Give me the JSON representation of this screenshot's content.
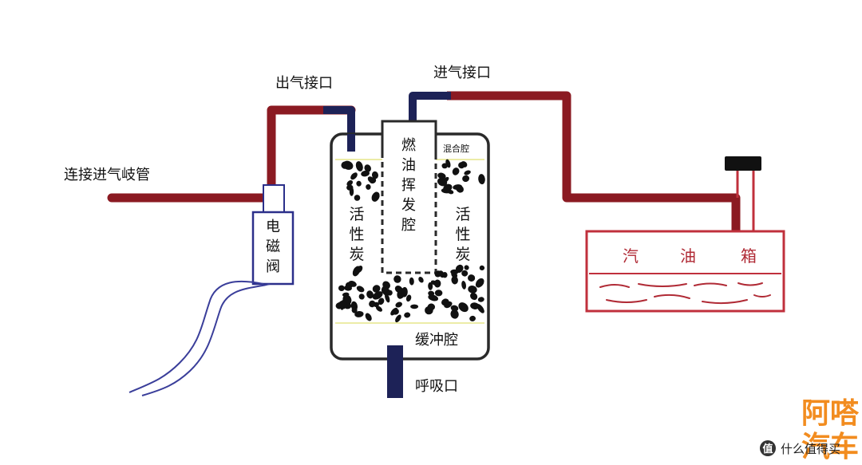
{
  "labels": {
    "outlet_port": "出气接口",
    "inlet_port": "进气接口",
    "intake_manifold": "连接进气岐管",
    "solenoid_valve": [
      "电",
      "磁",
      "阀"
    ],
    "fuel_vapor_chamber": [
      "燃",
      "油",
      "挥",
      "发",
      "腔"
    ],
    "mixing_chamber": "混合腔",
    "carbon_left": [
      "活",
      "性",
      "炭"
    ],
    "carbon_right": [
      "活",
      "性",
      "炭"
    ],
    "buffer_chamber": "缓冲腔",
    "breathing_port": "呼吸口",
    "fuel_tank": [
      "汽",
      "油",
      "箱"
    ]
  },
  "watermark": {
    "line1": "阿嗒",
    "line2": "汽车",
    "color": "#f28c1f"
  },
  "footer": {
    "site_name": "什么值得买"
  },
  "colors": {
    "pipe_red": "#8b1a22",
    "pipe_navy": "#1d2257",
    "canister_outline": "#2a2a2a",
    "valve_outline": "#2b2f8a",
    "tank_outline": "#c0303c",
    "fuel_wave": "#b02a35",
    "hose_line": "#3a3e9a",
    "carbon_particle": "#111111",
    "divider_line": "#e5e58a"
  }
}
